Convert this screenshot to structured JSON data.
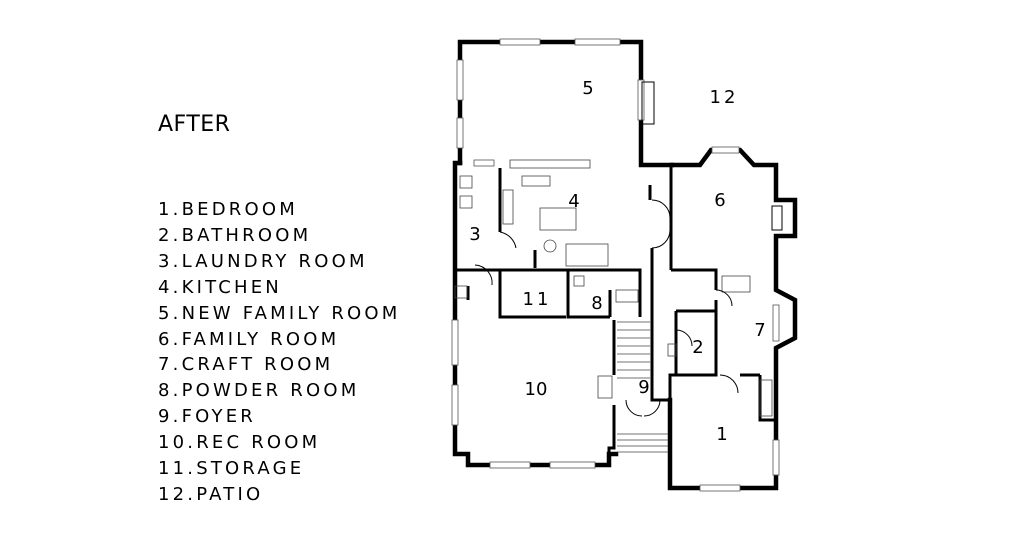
{
  "title": "AFTER",
  "legend": [
    "1.BEDROOM",
    "2.BATHROOM",
    "3.LAUNDRY ROOM",
    "4.KITCHEN",
    "5.NEW FAMILY ROOM",
    "6.FAMILY ROOM",
    "7.CRAFT ROOM",
    "8.POWDER ROOM",
    "9.FOYER",
    "10.REC ROOM",
    "11.STORAGE",
    "12.PATIO"
  ],
  "rooms": {
    "bedroom": "1",
    "bathroom": "2",
    "laundry": "3",
    "kitchen": "4",
    "new_family": "5",
    "family": "6",
    "craft": "7",
    "powder": "8",
    "foyer": "9",
    "rec": "10",
    "storage": "11",
    "patio": "12"
  }
}
